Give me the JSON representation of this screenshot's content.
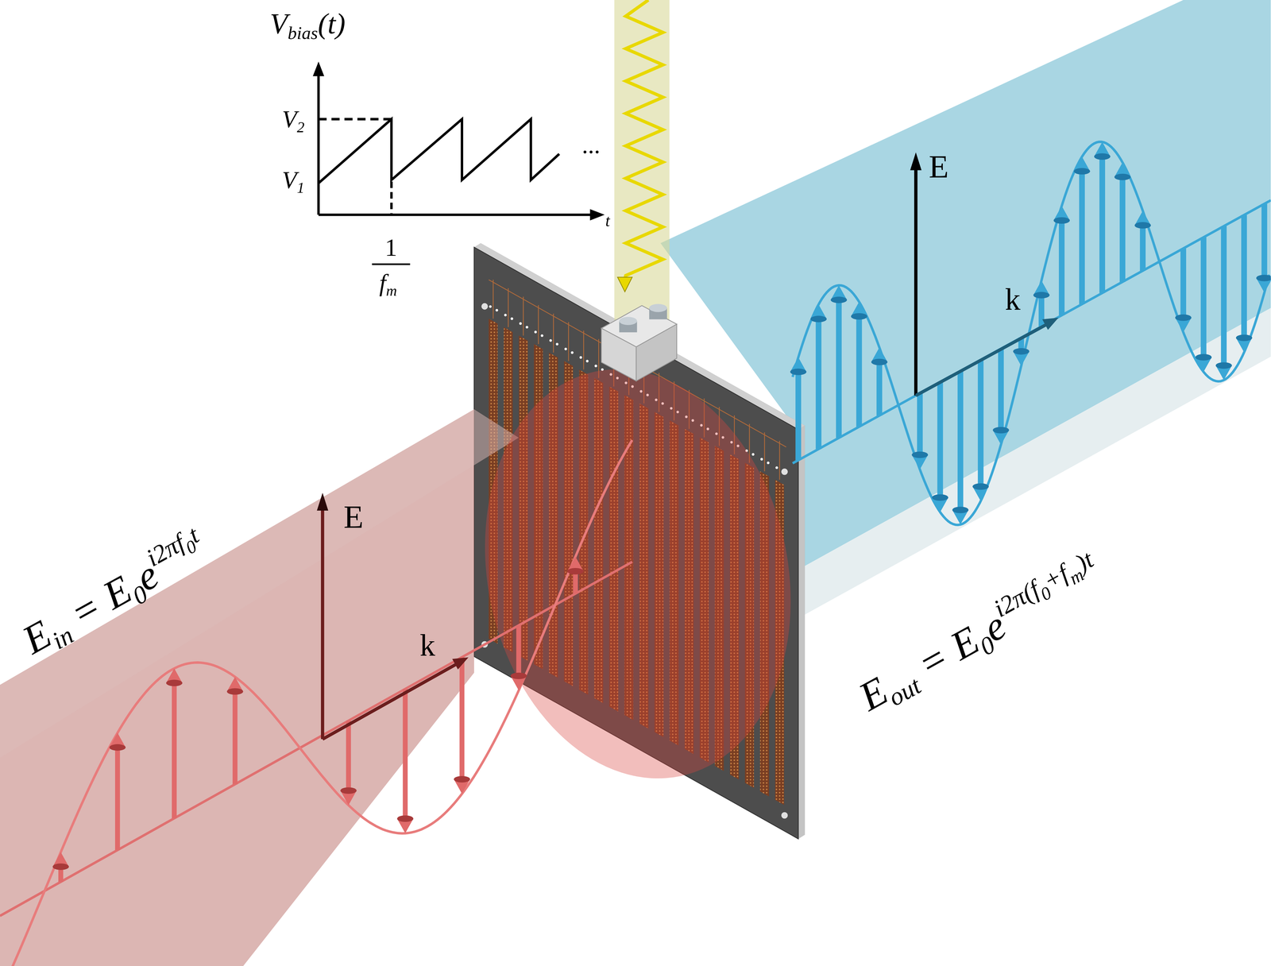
{
  "diagram": {
    "labels": [
      "Vbias(t)",
      "V2",
      "V1",
      "1",
      "fm",
      "t",
      "...",
      "E",
      "k",
      "E",
      "k",
      "Ein = E0ei2πf0t",
      "Eout = E0ei2π(f0+fm)t"
    ]
  }
}
